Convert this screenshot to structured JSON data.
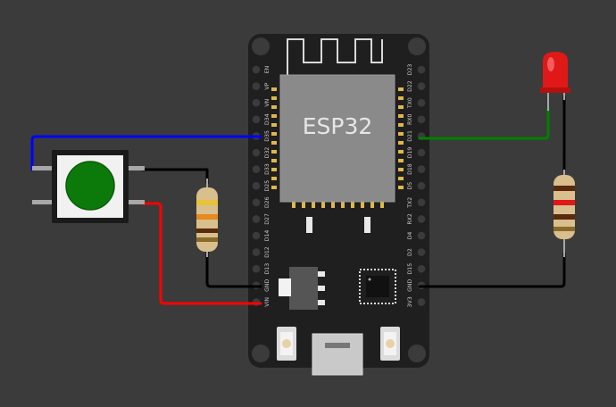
{
  "board": {
    "chip_label": "ESP32",
    "left_pins": [
      "EN",
      "VP",
      "VN",
      "D34",
      "D35",
      "D32",
      "D33",
      "D25",
      "D26",
      "D27",
      "D14",
      "D12",
      "D13",
      "GND",
      "VIN"
    ],
    "right_pins": [
      "D23",
      "D22",
      "TX0",
      "RX0",
      "D21",
      "D19",
      "D18",
      "D5",
      "TX2",
      "RX2",
      "D4",
      "D2",
      "D15",
      "GND",
      "3V3"
    ]
  },
  "colors": {
    "background": "#3b3b3b",
    "board": "#1f1f1f",
    "chip": "#8a8a8a",
    "wire_blue": "#0000ff",
    "wire_green": "#008000",
    "wire_red": "#ff0000",
    "wire_black": "#000000",
    "button_cap": "#0b7a0b",
    "led": "#e01818"
  },
  "components": [
    "pushbutton",
    "resistor-button",
    "red-led",
    "resistor-led"
  ]
}
